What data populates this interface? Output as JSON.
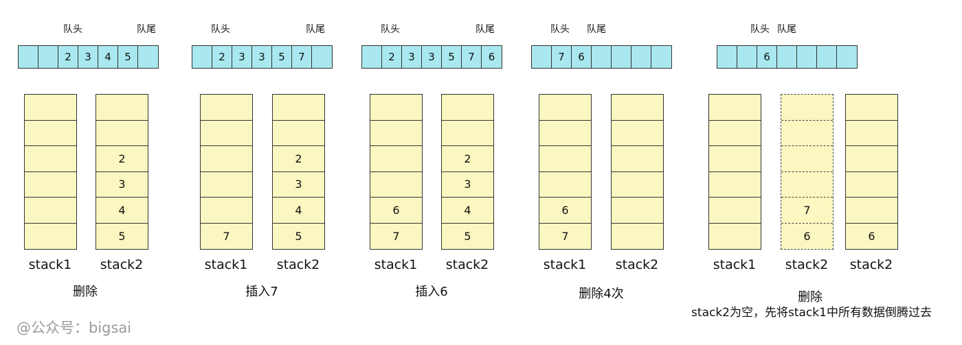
{
  "labels": {
    "head": "队头",
    "tail": "队尾",
    "stack1": "stack1",
    "stack2": "stack2"
  },
  "panels": [
    {
      "queue": [
        "",
        "",
        "2",
        "3",
        "4",
        "5",
        ""
      ],
      "stack1": [
        "",
        "",
        "",
        "",
        "",
        ""
      ],
      "stack2": [
        "",
        "",
        "2",
        "3",
        "4",
        "5"
      ],
      "caption": "删除"
    },
    {
      "queue": [
        "",
        "2",
        "3",
        "3",
        "5",
        "7",
        ""
      ],
      "stack1": [
        "",
        "",
        "",
        "",
        "",
        "7"
      ],
      "stack2": [
        "",
        "",
        "2",
        "3",
        "4",
        "5"
      ],
      "caption": "插入7"
    },
    {
      "queue": [
        "",
        "2",
        "3",
        "3",
        "5",
        "7",
        "6"
      ],
      "stack1": [
        "",
        "",
        "",
        "",
        "6",
        "7"
      ],
      "stack2": [
        "",
        "",
        "2",
        "3",
        "4",
        "5"
      ],
      "caption": "插入6"
    },
    {
      "queue": [
        "",
        "7",
        "6",
        "",
        "",
        "",
        ""
      ],
      "stack1": [
        "",
        "",
        "",
        "",
        "6",
        "7"
      ],
      "stack2": [
        "",
        "",
        "",
        "",
        "",
        ""
      ],
      "caption": "删除4次"
    },
    {
      "queue": [
        "",
        "",
        "6",
        "",
        "",
        "",
        ""
      ],
      "stack1": [
        "",
        "",
        "",
        "",
        "",
        ""
      ],
      "stack2_dashed": [
        "",
        "",
        "",
        "",
        "7",
        "6"
      ],
      "stack2": [
        "",
        "",
        "",
        "",
        "",
        "6"
      ],
      "caption": "删除",
      "caption2": "stack2为空，先将stack1中所有数据倒腾过去"
    }
  ],
  "watermark": "@公众号：bigsai"
}
